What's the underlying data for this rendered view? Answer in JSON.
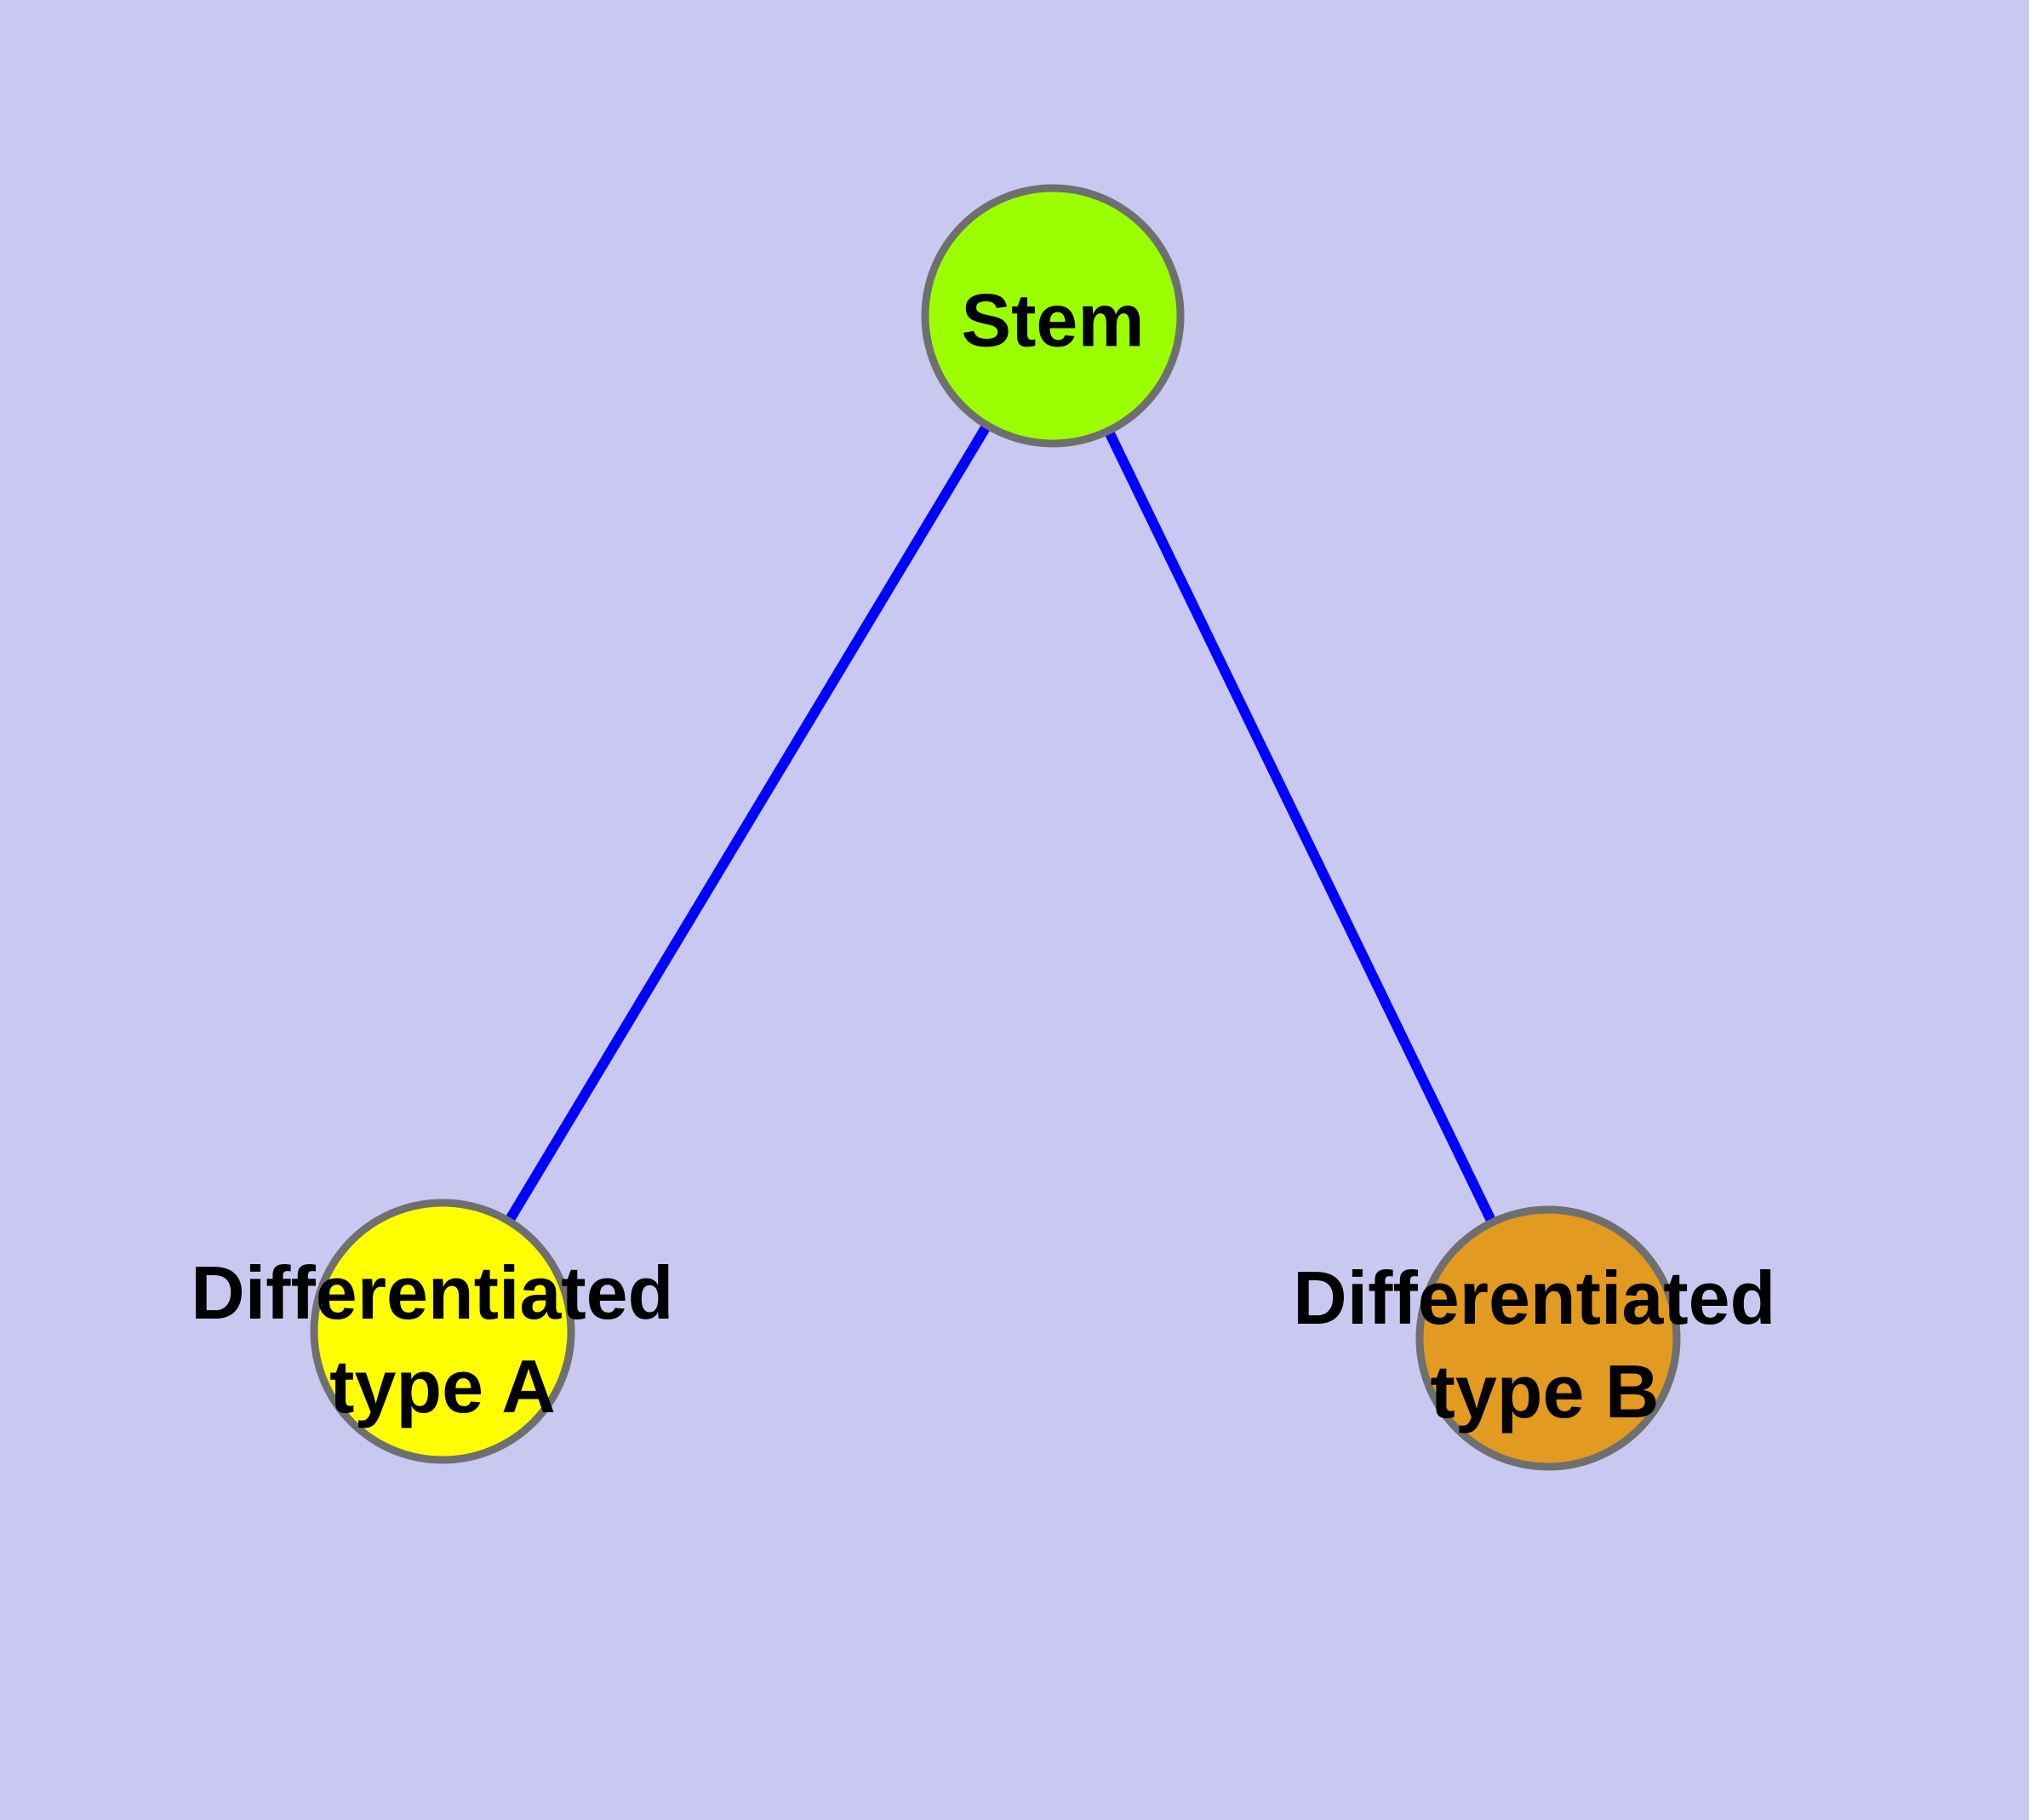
{
  "diagram": {
    "type": "node-link-graph",
    "background_color": "#C8C8F0",
    "edge_color": "#0101FF",
    "node_border_color": "#6F6F6F",
    "text_color": "#000000",
    "nodes": [
      {
        "id": "stem",
        "label": "Stem",
        "color": "#9BFF00"
      },
      {
        "id": "differentiated-type-a",
        "label": "Differentiated type A",
        "label_line1": "Differentiated",
        "label_line2": "type A",
        "color": "#FFFF00"
      },
      {
        "id": "differentiated-type-b",
        "label": "Differentiated type B",
        "label_line1": "Differentiated",
        "label_line2": "type B",
        "color": "#E29A20"
      }
    ],
    "edges": [
      {
        "from": "Stem",
        "to": "Differentiated type A"
      },
      {
        "from": "Stem",
        "to": "Differentiated type B"
      }
    ]
  }
}
